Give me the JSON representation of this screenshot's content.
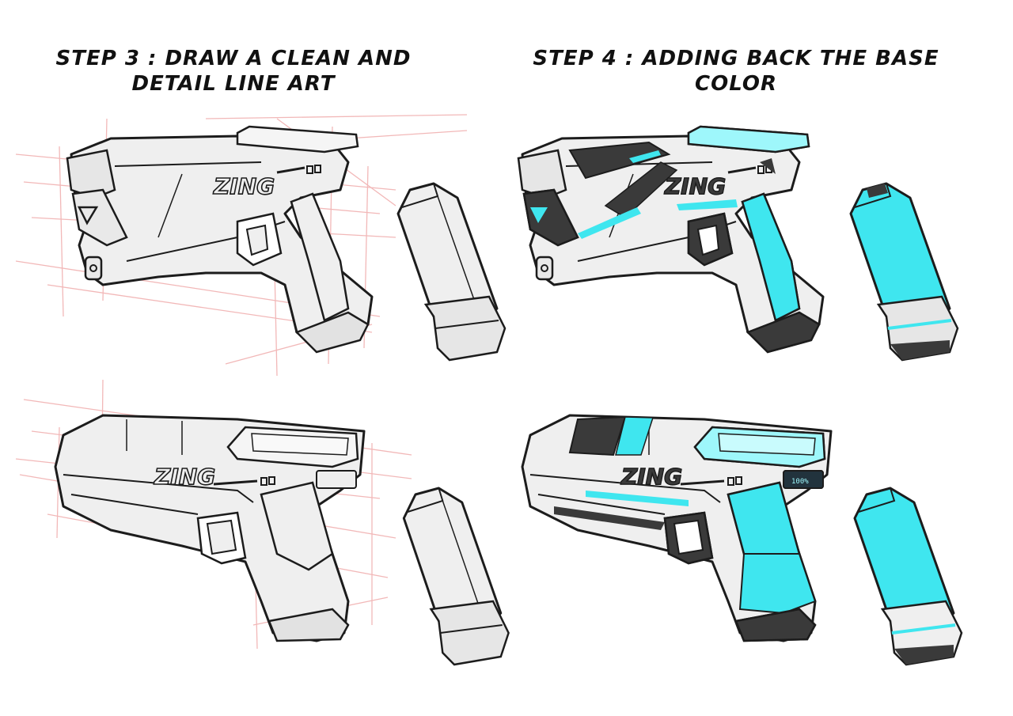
{
  "headings": {
    "step3_line1": "STEP 3 : DRAW A CLEAN AND",
    "step3_line2": "DETAIL LINE ART",
    "step4": "STEP 4 :  ADDING BACK THE BASE COLOR"
  },
  "brand": {
    "logo_text": "ZING",
    "display_readout": "100%"
  },
  "colors": {
    "background": "#ffffff",
    "line": "#1c1c1c",
    "body_base": "#efefef",
    "accent_cyan": "#3fe6ef",
    "accent_cyan_light": "#9ef7fb",
    "dark_panel": "#3a3a3a",
    "construction_lines": "#f2b8b8"
  }
}
